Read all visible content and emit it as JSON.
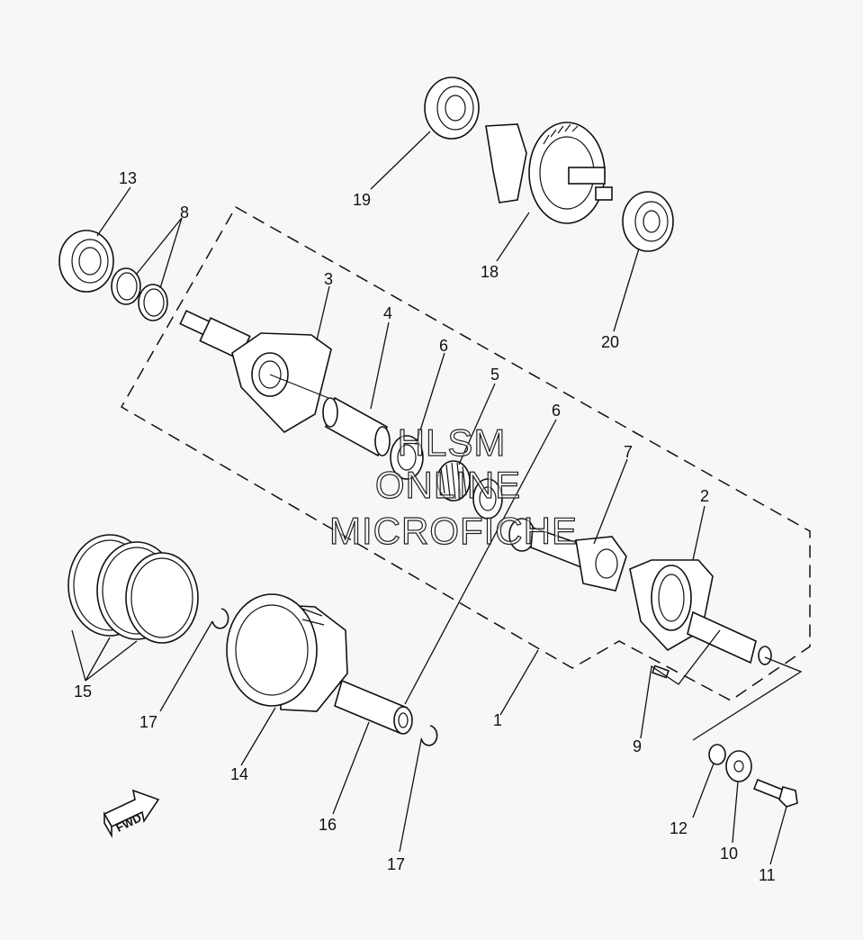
{
  "diagram": {
    "labels": {
      "p1": "1",
      "p2": "2",
      "p3": "3",
      "p4": "4",
      "p5": "5",
      "p6a": "6",
      "p6b": "6",
      "p7": "7",
      "p8": "8",
      "p9": "9",
      "p10": "10",
      "p11": "11",
      "p12": "12",
      "p13": "13",
      "p14": "14",
      "p15": "15",
      "p16": "16",
      "p17a": "17",
      "p17b": "17",
      "p18": "18",
      "p19": "19",
      "p20": "20"
    },
    "fwd_label": "FWD",
    "watermark": [
      "HLSM",
      "ONLINE",
      "MICROFICHE"
    ]
  }
}
